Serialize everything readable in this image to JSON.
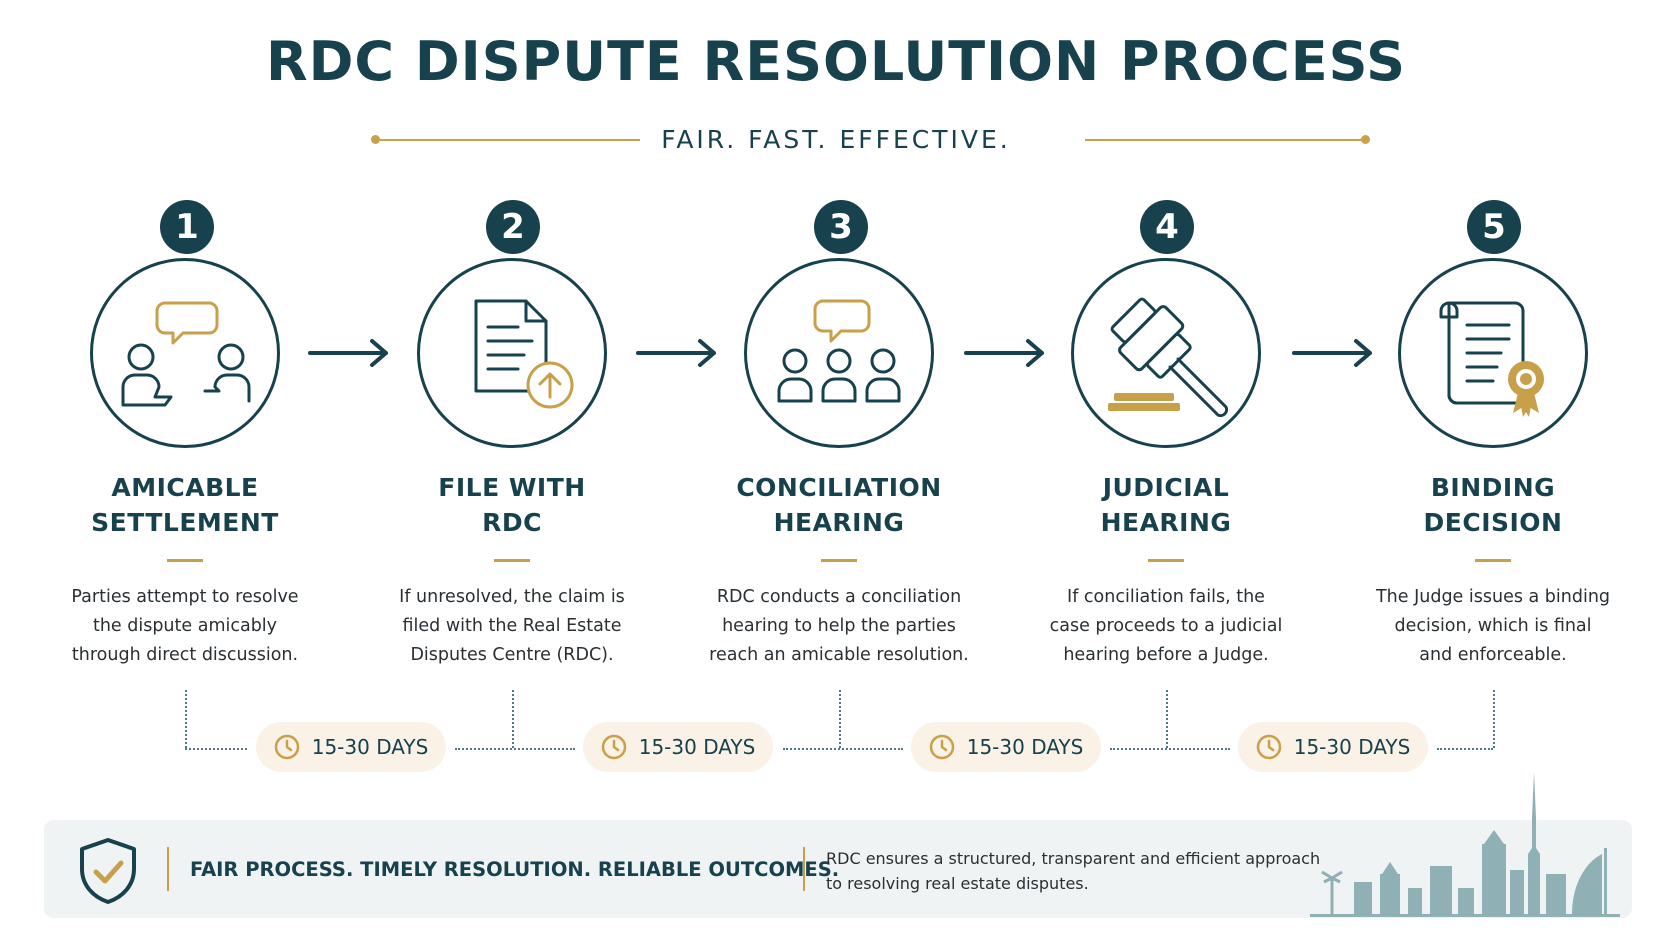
{
  "title": "RDC DISPUTE RESOLUTION PROCESS",
  "tagline": "FAIR. FAST. EFFECTIVE.",
  "colors": {
    "primary": "#17414c",
    "accent": "#c9a04a",
    "pill_bg": "#faf2e6",
    "banner_bg": "#f0f3f3"
  },
  "steps": [
    {
      "number": "1",
      "title_lines": [
        "AMICABLE",
        "SETTLEMENT"
      ],
      "icon": "discussion-icon",
      "desc_lines": [
        "Parties attempt to resolve",
        "the dispute amicably",
        "through direct discussion."
      ]
    },
    {
      "number": "2",
      "title_lines": [
        "FILE WITH",
        "RDC"
      ],
      "icon": "file-upload-icon",
      "desc_lines": [
        "If unresolved, the claim is",
        "filed with the Real Estate",
        "Disputes Centre (RDC)."
      ]
    },
    {
      "number": "3",
      "title_lines": [
        "CONCILIATION",
        "HEARING"
      ],
      "icon": "group-meeting-icon",
      "desc_lines": [
        "RDC conducts a conciliation",
        "hearing to help the parties",
        "reach an amicable resolution."
      ]
    },
    {
      "number": "4",
      "title_lines": [
        "JUDICIAL",
        "HEARING"
      ],
      "icon": "gavel-icon",
      "desc_lines": [
        "If conciliation fails, the",
        "case proceeds to a judicial",
        "hearing before a Judge."
      ]
    },
    {
      "number": "5",
      "title_lines": [
        "BINDING",
        "DECISION"
      ],
      "icon": "certificate-icon",
      "desc_lines": [
        "The Judge issues a binding",
        "decision, which is final",
        "and enforceable."
      ]
    }
  ],
  "durations": [
    "15-30 DAYS",
    "15-30 DAYS",
    "15-30 DAYS",
    "15-30 DAYS"
  ],
  "banner": {
    "heading": "FAIR PROCESS. TIMELY RESOLUTION. RELIABLE OUTCOMES.",
    "text_lines": [
      "RDC ensures a structured, transparent and efficient approach",
      "to resolving real estate disputes."
    ],
    "icon": "shield-check-icon",
    "decoration": "city-skyline-icon"
  }
}
